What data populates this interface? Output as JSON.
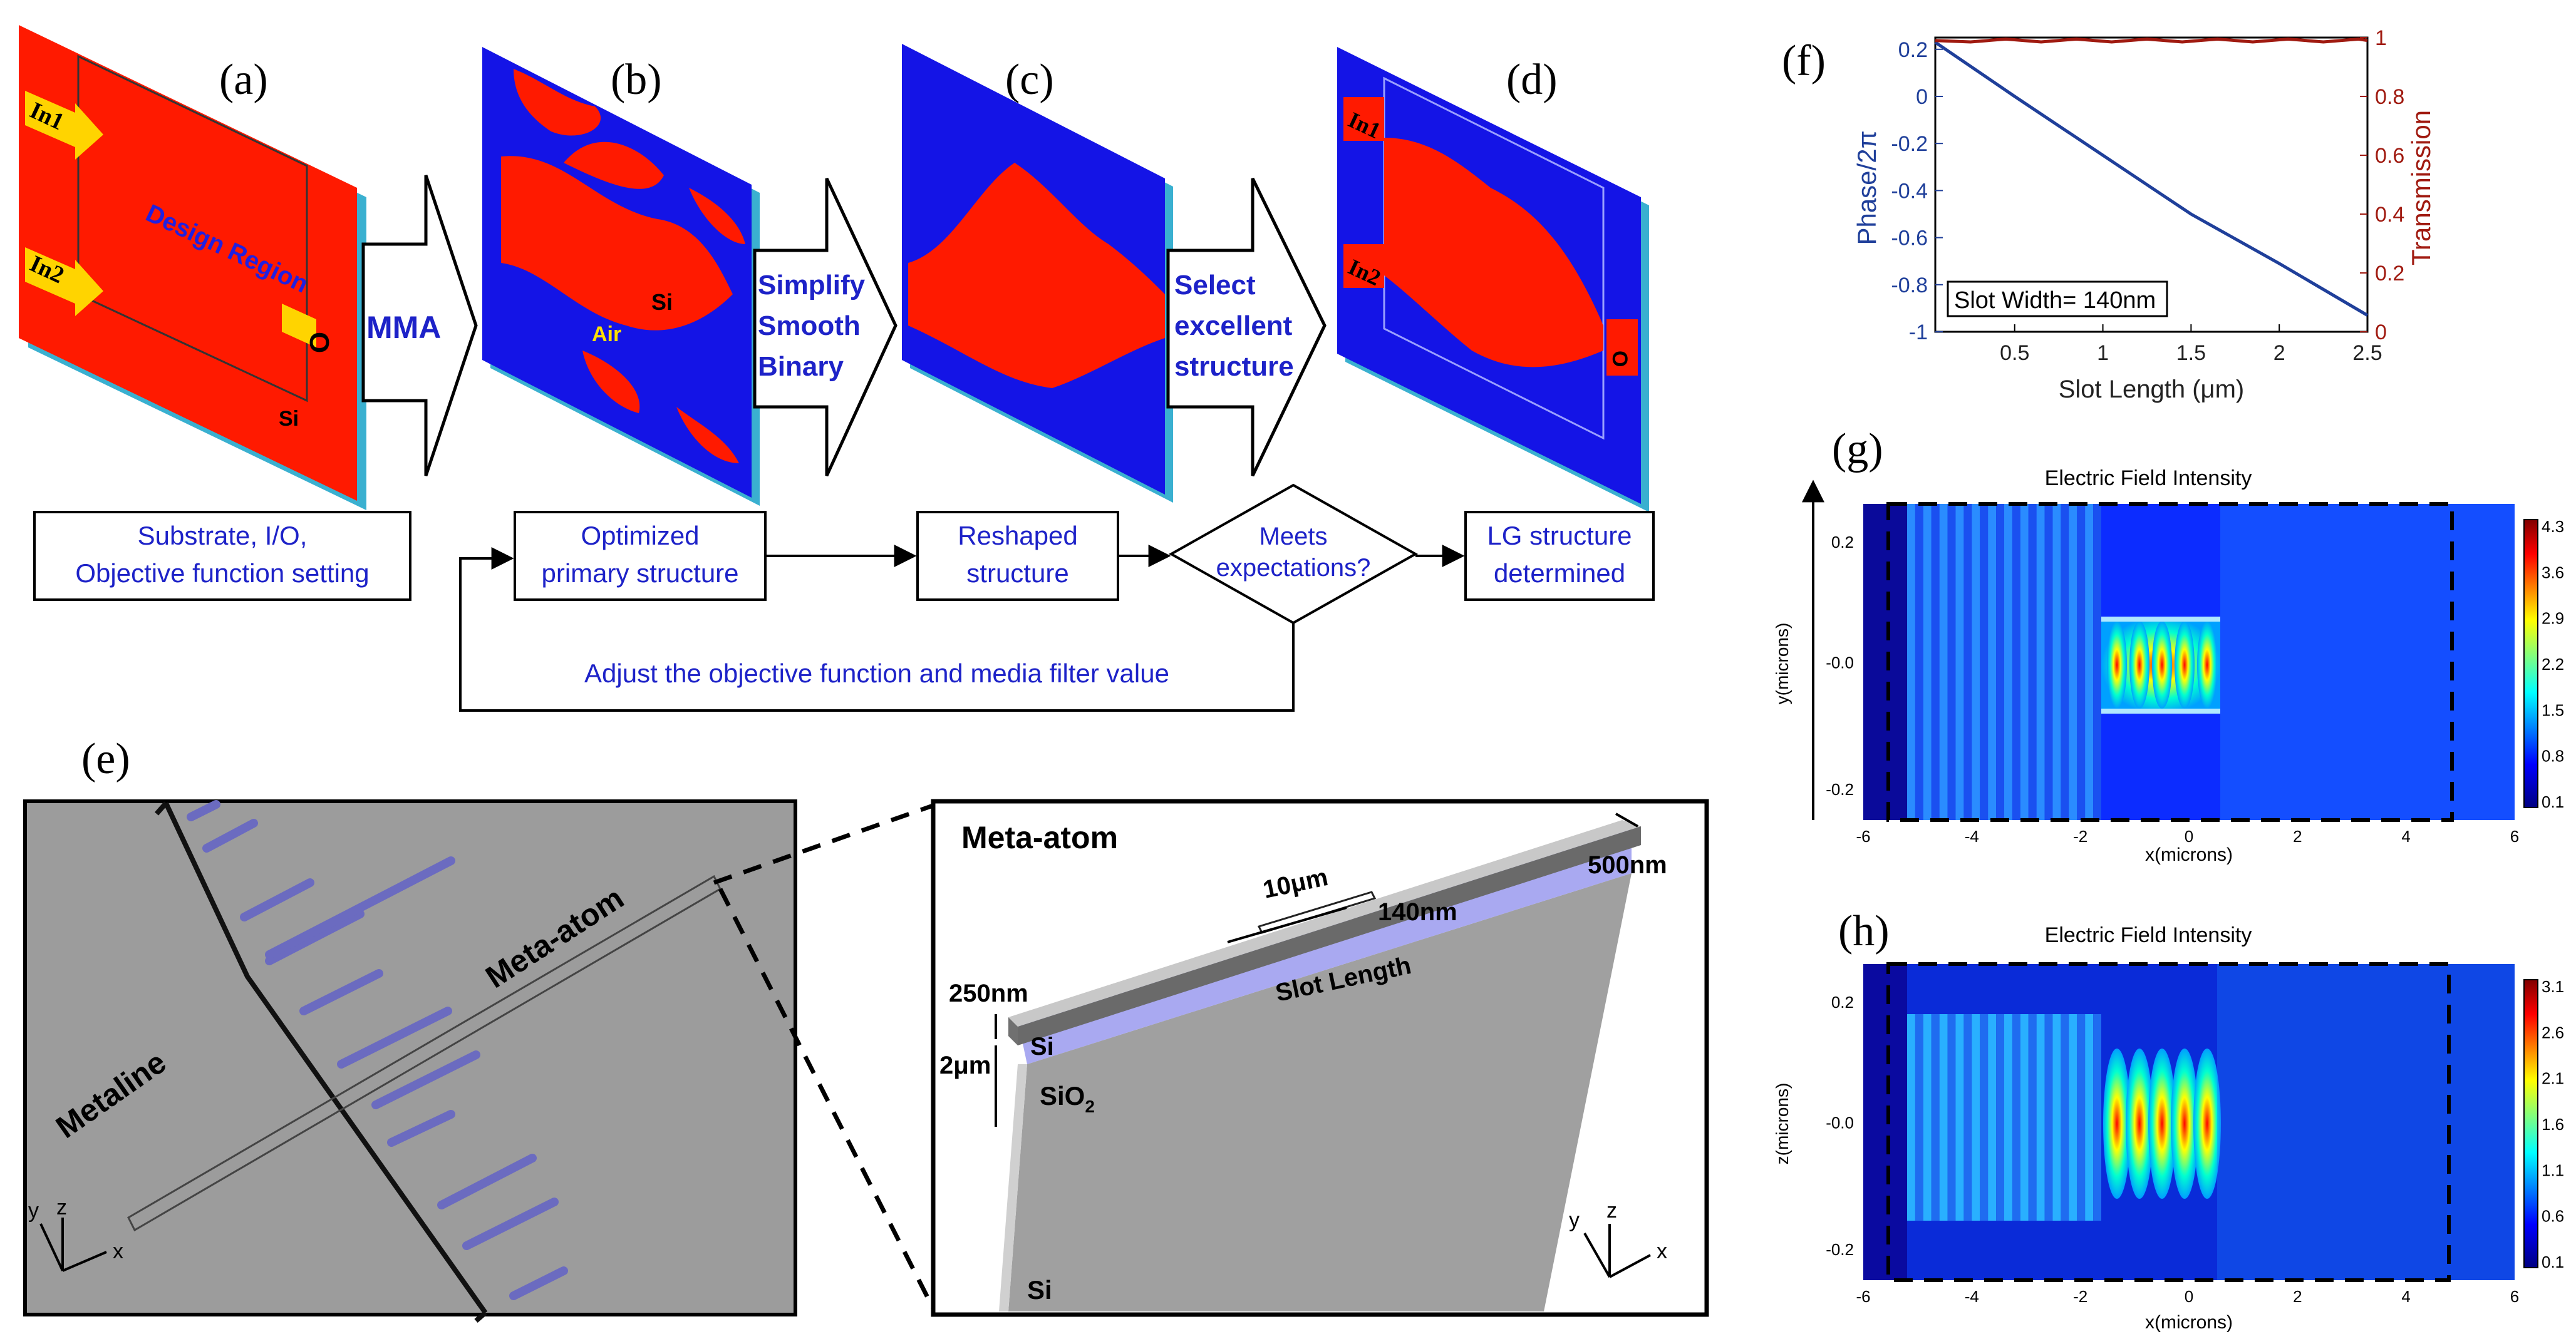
{
  "labels": {
    "a": "(a)",
    "b": "(b)",
    "c": "(c)",
    "d": "(d)",
    "e": "(e)",
    "f": "(f)",
    "g": "(g)",
    "h": "(h)"
  },
  "panel_a": {
    "in1": "In1",
    "in2": "In2",
    "region": "Design Region",
    "out": "O",
    "si": "Si"
  },
  "panel_b": {
    "si": "Si",
    "air": "Air"
  },
  "panel_d": {
    "in1": "In1",
    "in2": "In2",
    "out": "O"
  },
  "arrows": {
    "mma": "MMA",
    "simplify": [
      "Simplify",
      "Smooth",
      "Binary"
    ],
    "select": [
      "Select",
      "excellent",
      "structure"
    ]
  },
  "flow": {
    "box1": [
      "Substrate, I/O,",
      "Objective function setting"
    ],
    "box2": [
      "Optimized",
      "primary structure"
    ],
    "box3": [
      "Reshaped",
      "structure"
    ],
    "diamond": [
      "Meets",
      "expectations?"
    ],
    "box4": [
      "LG structure",
      "determined"
    ],
    "feedback": "Adjust the objective function and media filter value"
  },
  "panel_e": {
    "metaline": "Metaline",
    "meta_atom": "Meta-atom",
    "inset_title": "Meta-atom",
    "dim_10": "10μm",
    "dim_140": "140nm",
    "dim_500": "500nm",
    "dim_250": "250nm",
    "dim_2": "2μm",
    "slot": "Slot Length",
    "si_top": "Si",
    "sio2": "SiO",
    "sio2_sub": "2",
    "si_bottom": "Si",
    "axes": {
      "x": "x",
      "y": "y",
      "z": "z"
    }
  },
  "colors": {
    "si_red": "#ff0000",
    "design_blue": "#1414e6",
    "text_blue": "#1d22c8",
    "edge_cyan": "#3ab0d0",
    "phase_blue": "#1f3f9a",
    "trans_red": "#a01a10"
  },
  "chart_data": [
    {
      "type": "line",
      "title": "",
      "xlabel": "Slot Length (μm)",
      "ylabel": "Phase/2π",
      "ylabel_right": "Transmission",
      "annotation": "Slot Width= 140nm",
      "xlim": [
        0.05,
        2.5
      ],
      "ylim": [
        -1,
        0.25
      ],
      "ylim_right": [
        0,
        1
      ],
      "xticks": [
        "0.5",
        "1",
        "1.5",
        "2",
        "2.5"
      ],
      "yticks": [
        "0.2",
        "0",
        "-0.2",
        "-0.4",
        "-0.6",
        "-0.8",
        "-1"
      ],
      "yticks_right": [
        "1",
        "0.8",
        "0.6",
        "0.4",
        "0.2",
        "0"
      ],
      "series": [
        {
          "axis": "left",
          "x": [
            0.05,
            0.5,
            1.0,
            1.5,
            2.0,
            2.5
          ],
          "y": [
            0.23,
            0.0,
            -0.25,
            -0.5,
            -0.71,
            -0.93
          ]
        },
        {
          "axis": "right",
          "x": [
            0.05,
            0.25,
            0.45,
            0.65,
            0.85,
            1.05,
            1.25,
            1.45,
            1.65,
            1.85,
            2.05,
            2.25,
            2.45,
            2.5
          ],
          "y": [
            0.99,
            0.985,
            0.995,
            0.985,
            0.995,
            0.985,
            0.995,
            0.985,
            0.995,
            0.985,
            0.995,
            0.985,
            0.995,
            0.99
          ]
        }
      ]
    },
    {
      "type": "heatmap",
      "title": "Electric Field Intensity",
      "xlabel": "x(microns)",
      "ylabel": "y(microns)",
      "xticks": [
        "-6",
        "-4",
        "-2",
        "0",
        "2",
        "4",
        "6"
      ],
      "yticks": [
        "0.2",
        "-0.0",
        "-0.2"
      ],
      "colorbar": [
        "4.3",
        "3.6",
        "2.9",
        "2.2",
        "1.5",
        "0.8",
        "0.1"
      ],
      "xlim": [
        -6,
        6
      ]
    },
    {
      "type": "heatmap",
      "title": "Electric Field Intensity",
      "xlabel": "x(microns)",
      "ylabel": "z(microns)",
      "xticks": [
        "-6",
        "-4",
        "-2",
        "0",
        "2",
        "4",
        "6"
      ],
      "yticks": [
        "0.2",
        "-0.0",
        "-0.2"
      ],
      "colorbar": [
        "3.1",
        "2.6",
        "2.1",
        "1.6",
        "1.1",
        "0.6",
        "0.1"
      ],
      "xlim": [
        -6,
        6
      ]
    }
  ]
}
